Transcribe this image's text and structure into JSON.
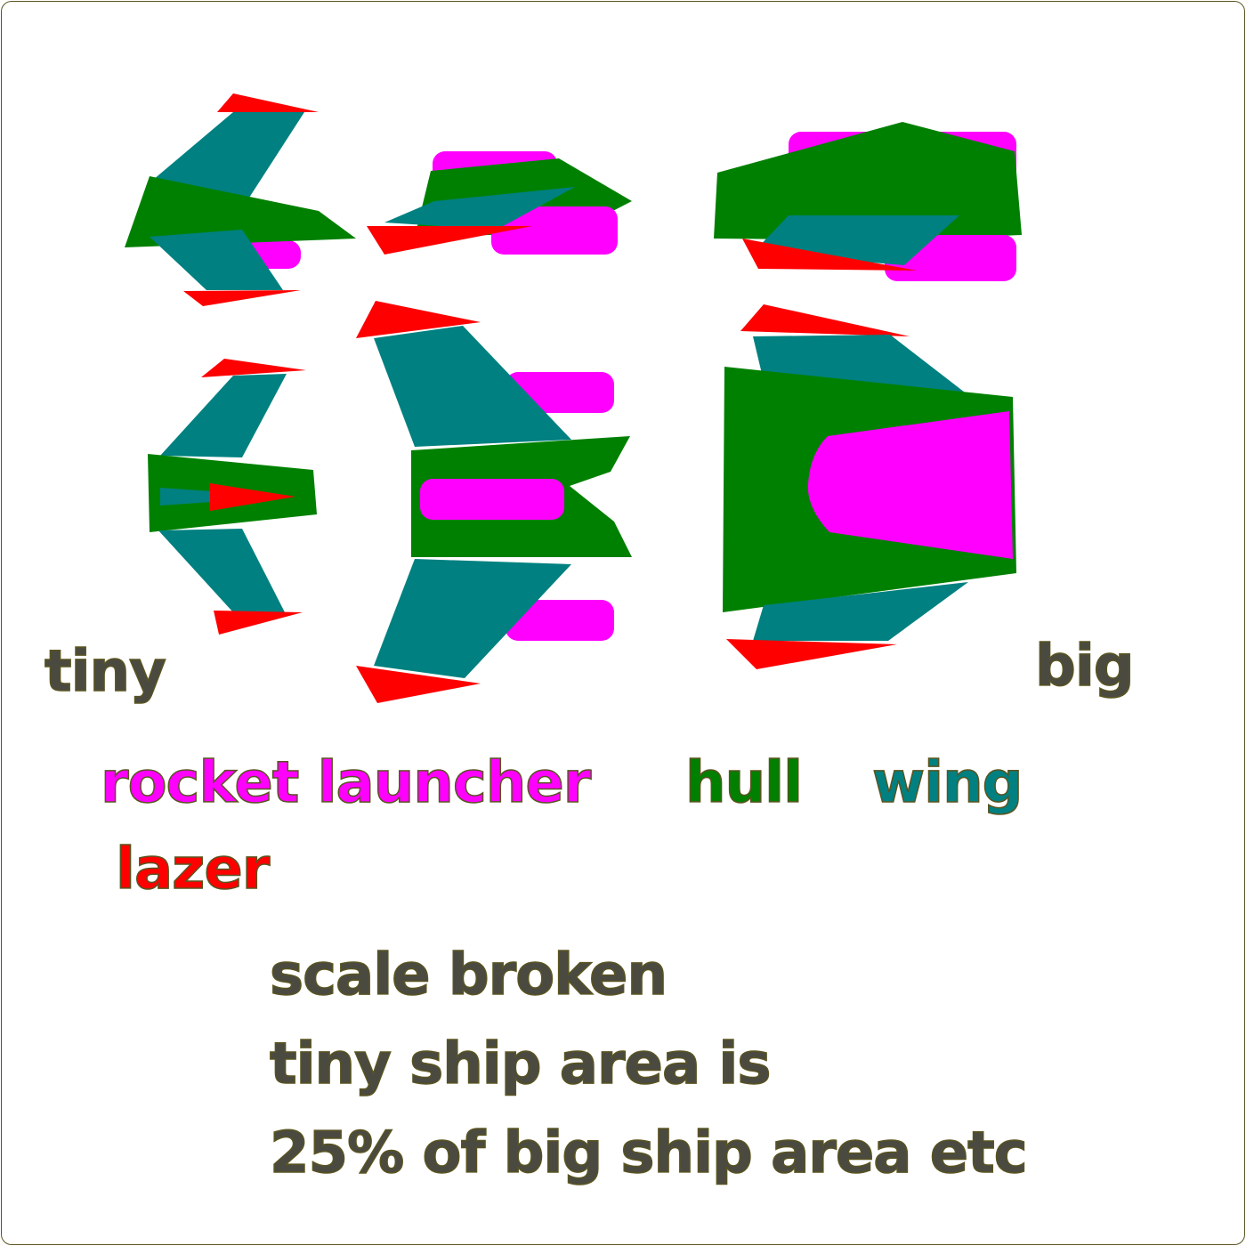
{
  "labels": {
    "tiny": "tiny",
    "big": "big",
    "rocket_launcher": "rocket launcher",
    "hull": "hull",
    "wing": "wing",
    "lazer": "lazer"
  },
  "note": {
    "line1": "scale broken",
    "line2": "tiny ship area is",
    "line3": "25% of big ship area etc"
  },
  "colors": {
    "hull": "#008000",
    "wing": "#008080",
    "rocket_launcher": "#ff00ff",
    "lazer": "#ff0000",
    "text": "#4a4a40",
    "frame": "#5a5420"
  }
}
